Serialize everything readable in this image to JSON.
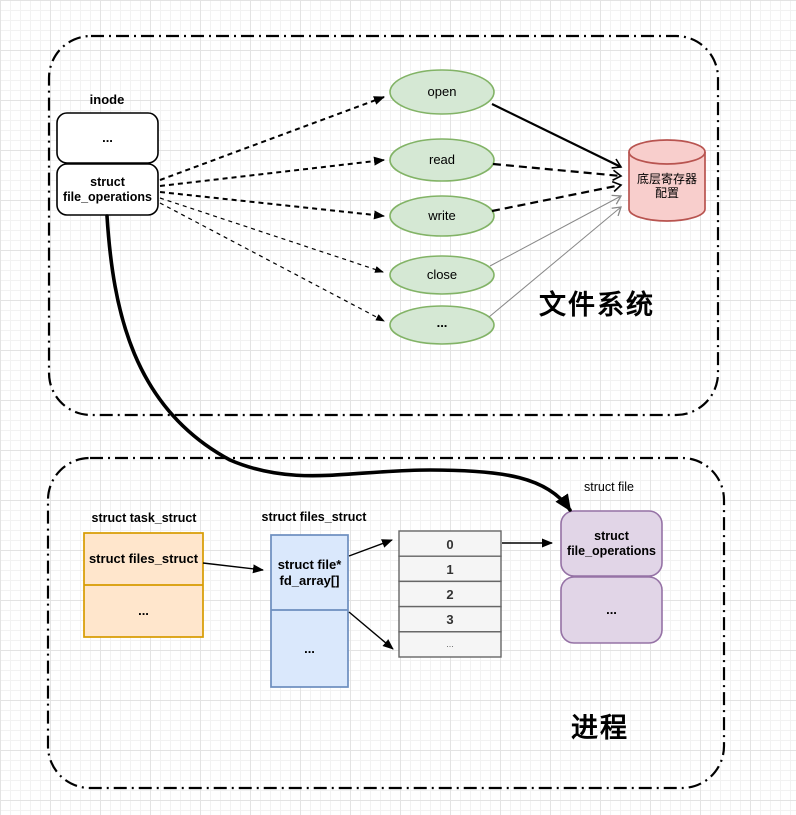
{
  "palette": {
    "green_fill": "#d5e8d4",
    "green_stroke": "#82b366",
    "red_fill": "#f8cecc",
    "red_stroke": "#b85450",
    "orange_fill": "#ffe6cc",
    "orange_stroke": "#d79b00",
    "blue_fill": "#dae8fc",
    "blue_stroke": "#6c8ebf",
    "purple_fill": "#e1d5e7",
    "purple_stroke": "#9673a6",
    "table_fill": "#f5f5f5",
    "table_stroke": "#666666",
    "white_fill": "#ffffff",
    "line_color": "#000000",
    "thin_line_color": "#888888"
  },
  "filesystem": {
    "section_title": "文件系统",
    "inode": {
      "label": "inode",
      "row1": "...",
      "row2_line1": "struct",
      "row2_line2": "file_operations"
    },
    "operations": [
      "open",
      "read",
      "write",
      "close",
      "..."
    ],
    "register_db": {
      "line1": "底层寄存器",
      "line2": "配置"
    }
  },
  "process": {
    "section_title": "进程",
    "task_struct": {
      "label": "struct task_struct",
      "row1": "struct files_struct",
      "row2": "..."
    },
    "files_struct": {
      "label": "struct files_struct",
      "row1_line1": "struct file*",
      "row1_line2": "fd_array[]",
      "row2": "..."
    },
    "fd_array": {
      "rows": [
        "0",
        "1",
        "2",
        "3",
        "..."
      ]
    },
    "file": {
      "label": "struct file",
      "row1_line1": "struct",
      "row1_line2": "file_operations",
      "row2": "..."
    }
  }
}
